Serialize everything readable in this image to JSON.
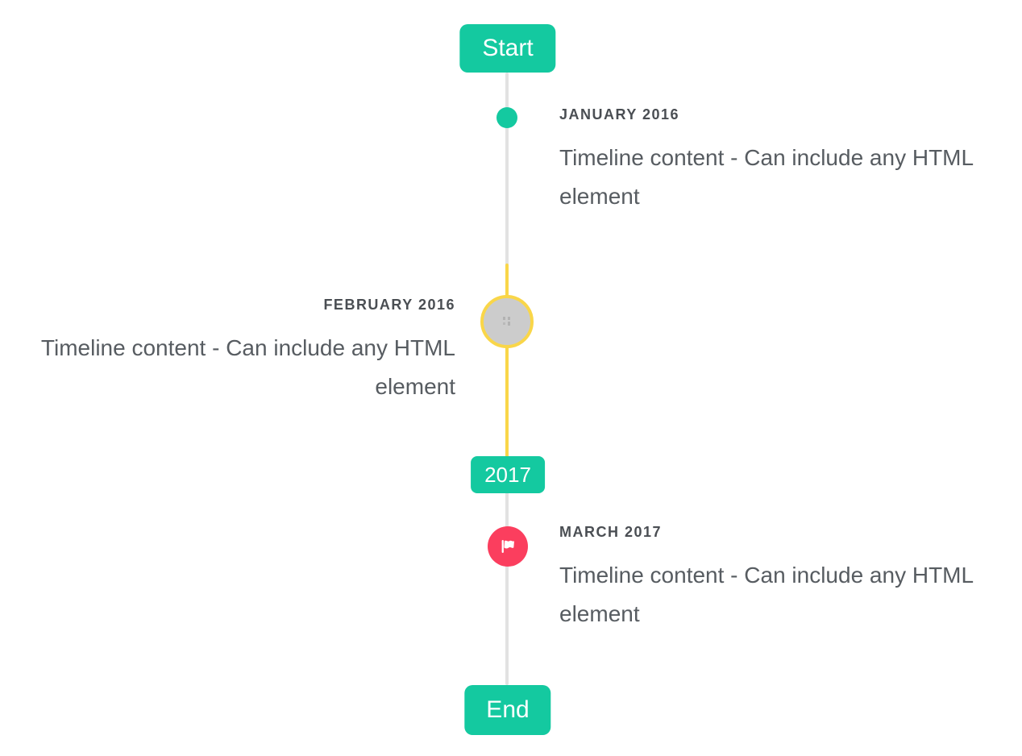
{
  "colors": {
    "accent_teal": "#14c9a0",
    "accent_red": "#fb3e5e",
    "accent_yellow": "#f9d649",
    "line_gray": "#e2e2e2",
    "node_gray": "#cccccc",
    "title_text": "#4a4e53",
    "body_text": "#575c61",
    "bg": "#ffffff"
  },
  "timeline": {
    "start_label": "Start",
    "year_label": "2017",
    "end_label": "End",
    "items": [
      {
        "id": "january-2016",
        "title": "JANUARY 2016",
        "content": "Timeline content - Can include any HTML element",
        "side": "right",
        "marker": "teal-dot"
      },
      {
        "id": "february-2016",
        "title": "FEBRUARY 2016",
        "content": "Timeline content - Can include any HTML element",
        "side": "left",
        "marker": "image-placeholder-yellow-ring"
      },
      {
        "id": "march-2017",
        "title": "MARCH 2017",
        "content": "Timeline content - Can include any HTML element",
        "side": "right",
        "marker": "red-flag"
      }
    ]
  }
}
